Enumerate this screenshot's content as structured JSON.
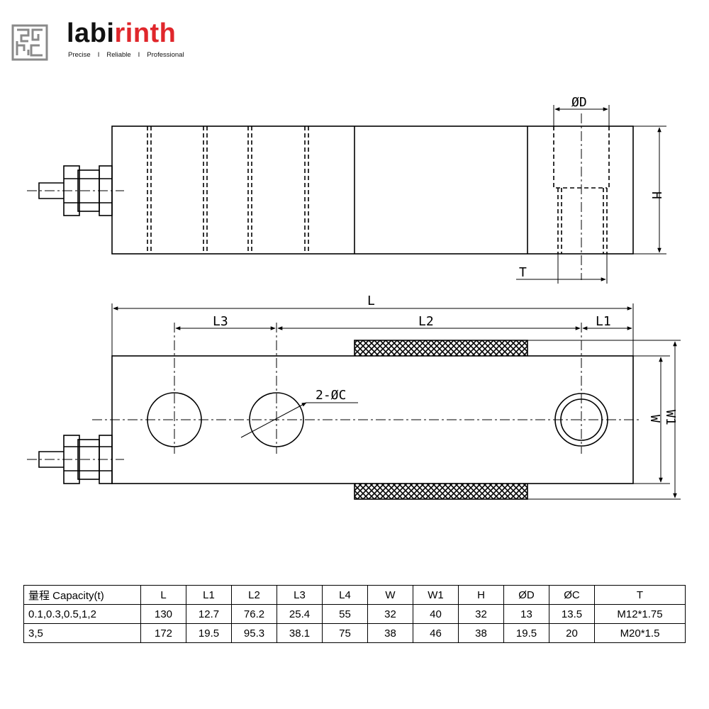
{
  "brand": {
    "name_dark": "labi",
    "name_red": "rinth",
    "tagline": [
      "Precise",
      "I",
      "Reliable",
      "I",
      "Professional"
    ]
  },
  "labels": {
    "dia_d": "ØD",
    "h": "H",
    "t": "T",
    "l": "L",
    "l3": "L3",
    "l2": "L2",
    "l1": "L1",
    "holes": "2-ØC",
    "w": "W",
    "w1": "W1"
  },
  "table": {
    "headers": [
      "量程 Capacity(t)",
      "L",
      "L1",
      "L2",
      "L3",
      "L4",
      "W",
      "W1",
      "H",
      "ØD",
      "ØC",
      "T"
    ],
    "rows": [
      [
        "0.1,0.3,0.5,1,2",
        "130",
        "12.7",
        "76.2",
        "25.4",
        "55",
        "32",
        "40",
        "32",
        "13",
        "13.5",
        "M12*1.75"
      ],
      [
        "3,5",
        "172",
        "19.5",
        "95.3",
        "38.1",
        "75",
        "38",
        "46",
        "38",
        "19.5",
        "20",
        "M20*1.5"
      ]
    ]
  }
}
